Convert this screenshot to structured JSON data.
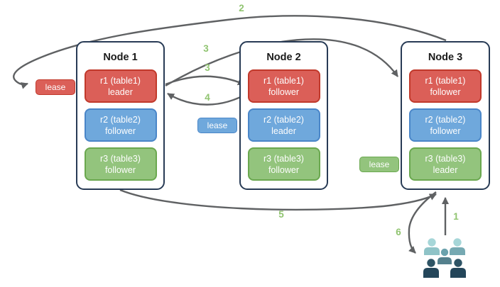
{
  "nodes": [
    {
      "title": "Node 1",
      "replicas": [
        {
          "name": "r1 (table1)",
          "role": "leader",
          "color": "red"
        },
        {
          "name": "r2 (table2)",
          "role": "follower",
          "color": "blue"
        },
        {
          "name": "r3 (table3)",
          "role": "follower",
          "color": "green"
        }
      ]
    },
    {
      "title": "Node 2",
      "replicas": [
        {
          "name": "r1 (table1)",
          "role": "follower",
          "color": "red"
        },
        {
          "name": "r2 (table2)",
          "role": "leader",
          "color": "blue"
        },
        {
          "name": "r3 (table3)",
          "role": "follower",
          "color": "green"
        }
      ]
    },
    {
      "title": "Node 3",
      "replicas": [
        {
          "name": "r1 (table1)",
          "role": "follower",
          "color": "red"
        },
        {
          "name": "r2 (table2)",
          "role": "follower",
          "color": "blue"
        },
        {
          "name": "r3 (table3)",
          "role": "leader",
          "color": "green"
        }
      ]
    }
  ],
  "leases": [
    {
      "label": "lease",
      "color": "red"
    },
    {
      "label": "lease",
      "color": "blue"
    },
    {
      "label": "lease",
      "color": "green"
    }
  ],
  "steps": {
    "s1": "1",
    "s2": "2",
    "s3a": "3",
    "s3b": "3",
    "s4": "4",
    "s5": "5",
    "s6": "6"
  },
  "icons": {
    "users": "users-group-icon"
  },
  "colors": {
    "red-fill": "#db5f58",
    "red-border": "#c1392b",
    "blue-fill": "#6fa8dc",
    "blue-border": "#4a86c8",
    "green-fill": "#93c47d",
    "green-border": "#6aa84f",
    "node-border": "#283b55",
    "node-fill": "#ffffff",
    "arrow": "#5f6163",
    "step-green": "#90c470",
    "title-text": "#1a1a1a",
    "text-on-color": "#fdfdfd",
    "people-light": "#a6d6d8",
    "people-mid-light": "#8fc3c7",
    "people-mid": "#76a9b2",
    "people-head-mid": "#6ba2ad",
    "people-body-mid": "#54808d",
    "people-dark-head": "#2e5465",
    "people-dark-body": "#24465a"
  }
}
